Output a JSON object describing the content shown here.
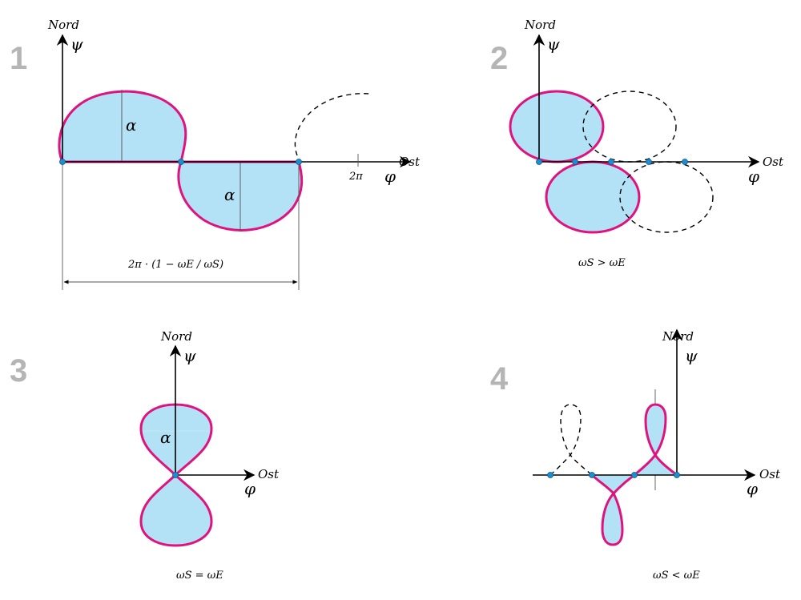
{
  "colors": {
    "curve": "#e0137e",
    "fill": "#b3e1f5",
    "dot": "#1d8fd1",
    "panel_number": "#b5b5b5"
  },
  "panels": [
    {
      "number": "1",
      "north": "Nord",
      "psi": "ψ",
      "east": "Ost",
      "phi": "φ",
      "alpha": "α",
      "tick": "2π",
      "dimension": "2π · (1 − ωE / ωS)"
    },
    {
      "number": "2",
      "north": "Nord",
      "psi": "ψ",
      "east": "Ost",
      "phi": "φ",
      "caption": "ωS > ωE"
    },
    {
      "number": "3",
      "north": "Nord",
      "psi": "ψ",
      "east": "Ost",
      "phi": "φ",
      "alpha": "α",
      "caption": "ωS = ωE"
    },
    {
      "number": "4",
      "north": "Nord",
      "psi": "ψ",
      "east": "Ost",
      "phi": "φ",
      "caption": "ωS < ωE"
    }
  ]
}
